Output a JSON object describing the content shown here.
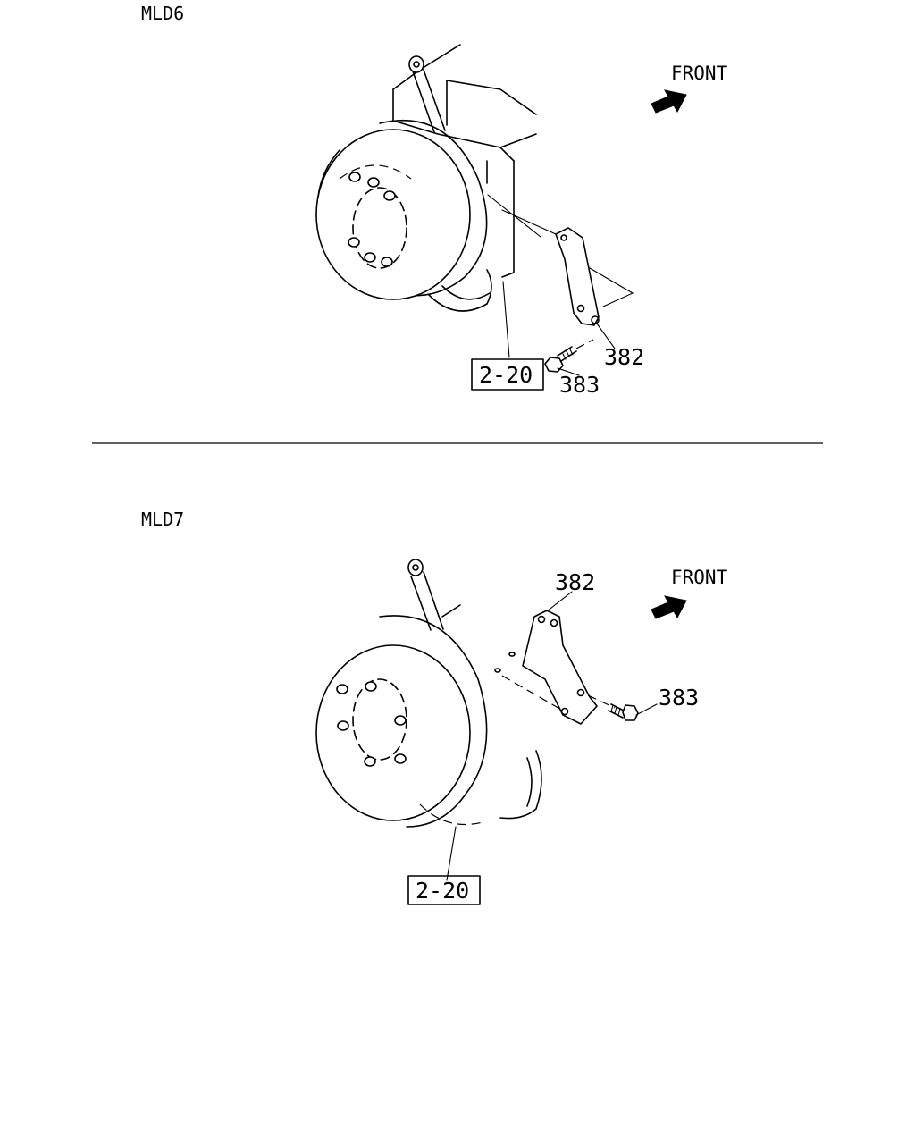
{
  "sections": [
    {
      "title": "MLD6",
      "front_label": "FRONT",
      "ref_box": "2-20",
      "callouts": [
        "382",
        "383"
      ]
    },
    {
      "title": "MLD7",
      "front_label": "FRONT",
      "ref_box": "2-20",
      "callouts": [
        "382",
        "383"
      ]
    }
  ]
}
